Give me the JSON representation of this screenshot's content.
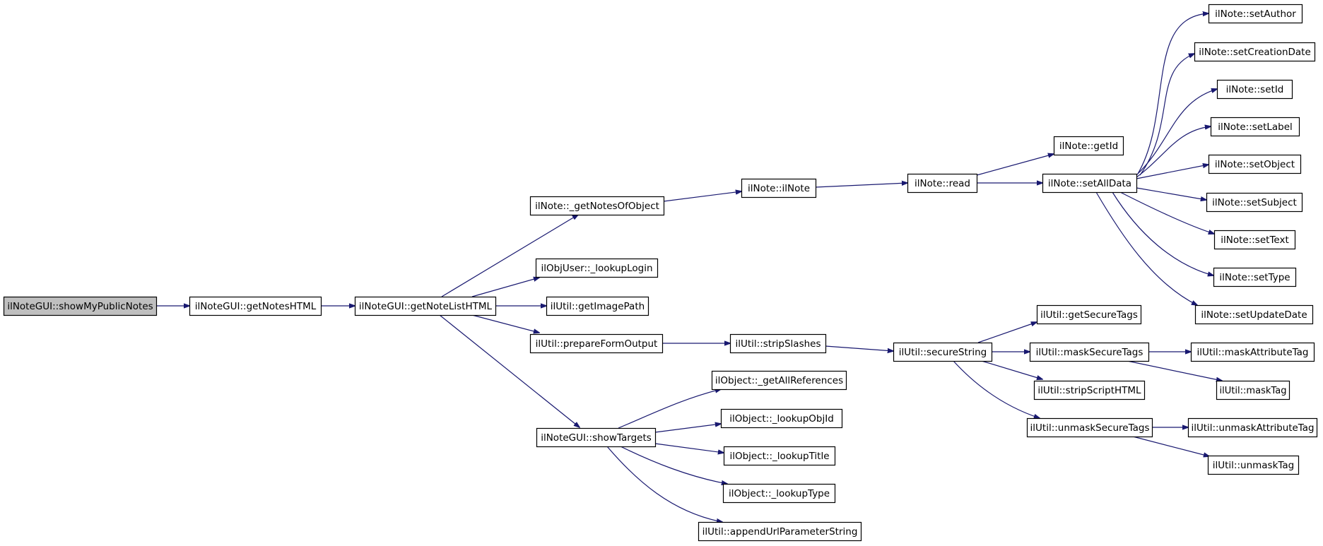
{
  "graph": {
    "root": "ilNoteGUI::showMyPublicNotes",
    "nodes": {
      "showMyPublicNotes": {
        "label": "ilNoteGUI::showMyPublicNotes",
        "root": true
      },
      "getNotesHTML": {
        "label": "ilNoteGUI::getNotesHTML"
      },
      "getNoteListHTML": {
        "label": "ilNoteGUI::getNoteListHTML"
      },
      "getNotesOfObject": {
        "label": "ilNote::_getNotesOfObject"
      },
      "lookupLogin": {
        "label": "ilObjUser::_lookupLogin"
      },
      "getImagePath": {
        "label": "ilUtil::getImagePath"
      },
      "prepareFormOutput": {
        "label": "ilUtil::prepareFormOutput"
      },
      "showTargets": {
        "label": "ilNoteGUI::showTargets"
      },
      "ilNote": {
        "label": "ilNote::ilNote"
      },
      "read": {
        "label": "ilNote::read"
      },
      "getId": {
        "label": "ilNote::getId"
      },
      "setAllData": {
        "label": "ilNote::setAllData"
      },
      "setAuthor": {
        "label": "ilNote::setAuthor"
      },
      "setCreationDate": {
        "label": "ilNote::setCreationDate"
      },
      "setId": {
        "label": "ilNote::setId"
      },
      "setLabel": {
        "label": "ilNote::setLabel"
      },
      "setObject": {
        "label": "ilNote::setObject"
      },
      "setSubject": {
        "label": "ilNote::setSubject"
      },
      "setText": {
        "label": "ilNote::setText"
      },
      "setType": {
        "label": "ilNote::setType"
      },
      "setUpdateDate": {
        "label": "ilNote::setUpdateDate"
      },
      "stripSlashes": {
        "label": "ilUtil::stripSlashes"
      },
      "secureString": {
        "label": "ilUtil::secureString"
      },
      "getSecureTags": {
        "label": "ilUtil::getSecureTags"
      },
      "maskSecureTags": {
        "label": "ilUtil::maskSecureTags"
      },
      "maskAttributeTag": {
        "label": "ilUtil::maskAttributeTag"
      },
      "maskTag": {
        "label": "ilUtil::maskTag"
      },
      "stripScriptHTML": {
        "label": "ilUtil::stripScriptHTML"
      },
      "unmaskSecureTags": {
        "label": "ilUtil::unmaskSecureTags"
      },
      "unmaskAttributeTag": {
        "label": "ilUtil::unmaskAttributeTag"
      },
      "unmaskTag": {
        "label": "ilUtil::unmaskTag"
      },
      "getAllReferences": {
        "label": "ilObject::_getAllReferences"
      },
      "lookupObjId": {
        "label": "ilObject::_lookupObjId"
      },
      "lookupTitle": {
        "label": "ilObject::_lookupTitle"
      },
      "lookupType": {
        "label": "ilObject::_lookupType"
      },
      "appendUrlParameterString": {
        "label": "ilUtil::appendUrlParameterString"
      }
    },
    "edges": [
      [
        "showMyPublicNotes",
        "getNotesHTML"
      ],
      [
        "getNotesHTML",
        "getNoteListHTML"
      ],
      [
        "getNoteListHTML",
        "getNotesOfObject"
      ],
      [
        "getNoteListHTML",
        "lookupLogin"
      ],
      [
        "getNoteListHTML",
        "getImagePath"
      ],
      [
        "getNoteListHTML",
        "prepareFormOutput"
      ],
      [
        "getNoteListHTML",
        "showTargets"
      ],
      [
        "getNotesOfObject",
        "ilNote"
      ],
      [
        "ilNote",
        "read"
      ],
      [
        "read",
        "getId"
      ],
      [
        "read",
        "setAllData"
      ],
      [
        "setAllData",
        "setAuthor"
      ],
      [
        "setAllData",
        "setCreationDate"
      ],
      [
        "setAllData",
        "setId"
      ],
      [
        "setAllData",
        "setLabel"
      ],
      [
        "setAllData",
        "setObject"
      ],
      [
        "setAllData",
        "setSubject"
      ],
      [
        "setAllData",
        "setText"
      ],
      [
        "setAllData",
        "setType"
      ],
      [
        "setAllData",
        "setUpdateDate"
      ],
      [
        "prepareFormOutput",
        "stripSlashes"
      ],
      [
        "stripSlashes",
        "secureString"
      ],
      [
        "secureString",
        "getSecureTags"
      ],
      [
        "secureString",
        "maskSecureTags"
      ],
      [
        "secureString",
        "stripScriptHTML"
      ],
      [
        "secureString",
        "unmaskSecureTags"
      ],
      [
        "maskSecureTags",
        "maskAttributeTag"
      ],
      [
        "maskSecureTags",
        "maskTag"
      ],
      [
        "unmaskSecureTags",
        "unmaskAttributeTag"
      ],
      [
        "unmaskSecureTags",
        "unmaskTag"
      ],
      [
        "showTargets",
        "getAllReferences"
      ],
      [
        "showTargets",
        "lookupObjId"
      ],
      [
        "showTargets",
        "lookupTitle"
      ],
      [
        "showTargets",
        "lookupType"
      ],
      [
        "showTargets",
        "appendUrlParameterString"
      ]
    ],
    "colors": {
      "edge": "#191970",
      "node_border": "#000000",
      "node_fill": "#ffffff",
      "root_fill": "#bfbfbf"
    }
  }
}
